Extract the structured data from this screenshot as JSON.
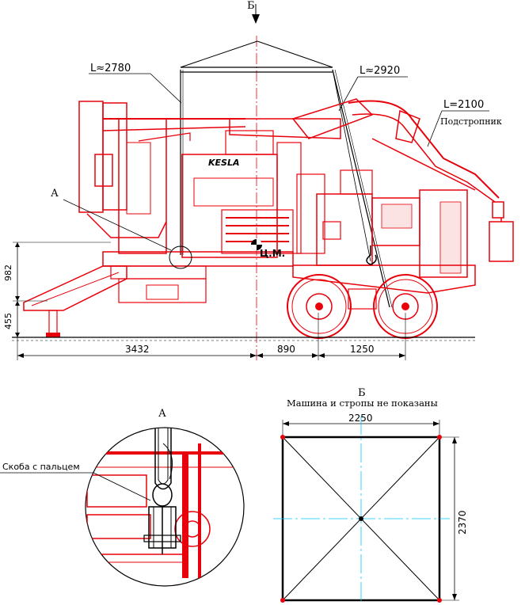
{
  "view_b_arrow_label": "Б",
  "slings": {
    "left_length": "L≈2780",
    "right_length": "L≈2920",
    "spreader_length": "L=2100",
    "spreader_name": "Подстропник"
  },
  "machine": {
    "brand_text": "KESLA",
    "cog_label": "Ц.М."
  },
  "callout_a": "А",
  "dimensions": {
    "height_982": "982",
    "height_455": "455",
    "length_3432": "3432",
    "length_890": "890",
    "length_1250": "1250"
  },
  "detail_a": {
    "title": "А",
    "shackle_label": "Скоба с пальцем"
  },
  "view_b": {
    "title": "Б",
    "note": "Машина и стропы не показаны",
    "width": "2250",
    "depth": "2370"
  },
  "colors": {
    "machine": "#e8000a",
    "centerline": "#00c8ff",
    "lines": "#000000"
  }
}
